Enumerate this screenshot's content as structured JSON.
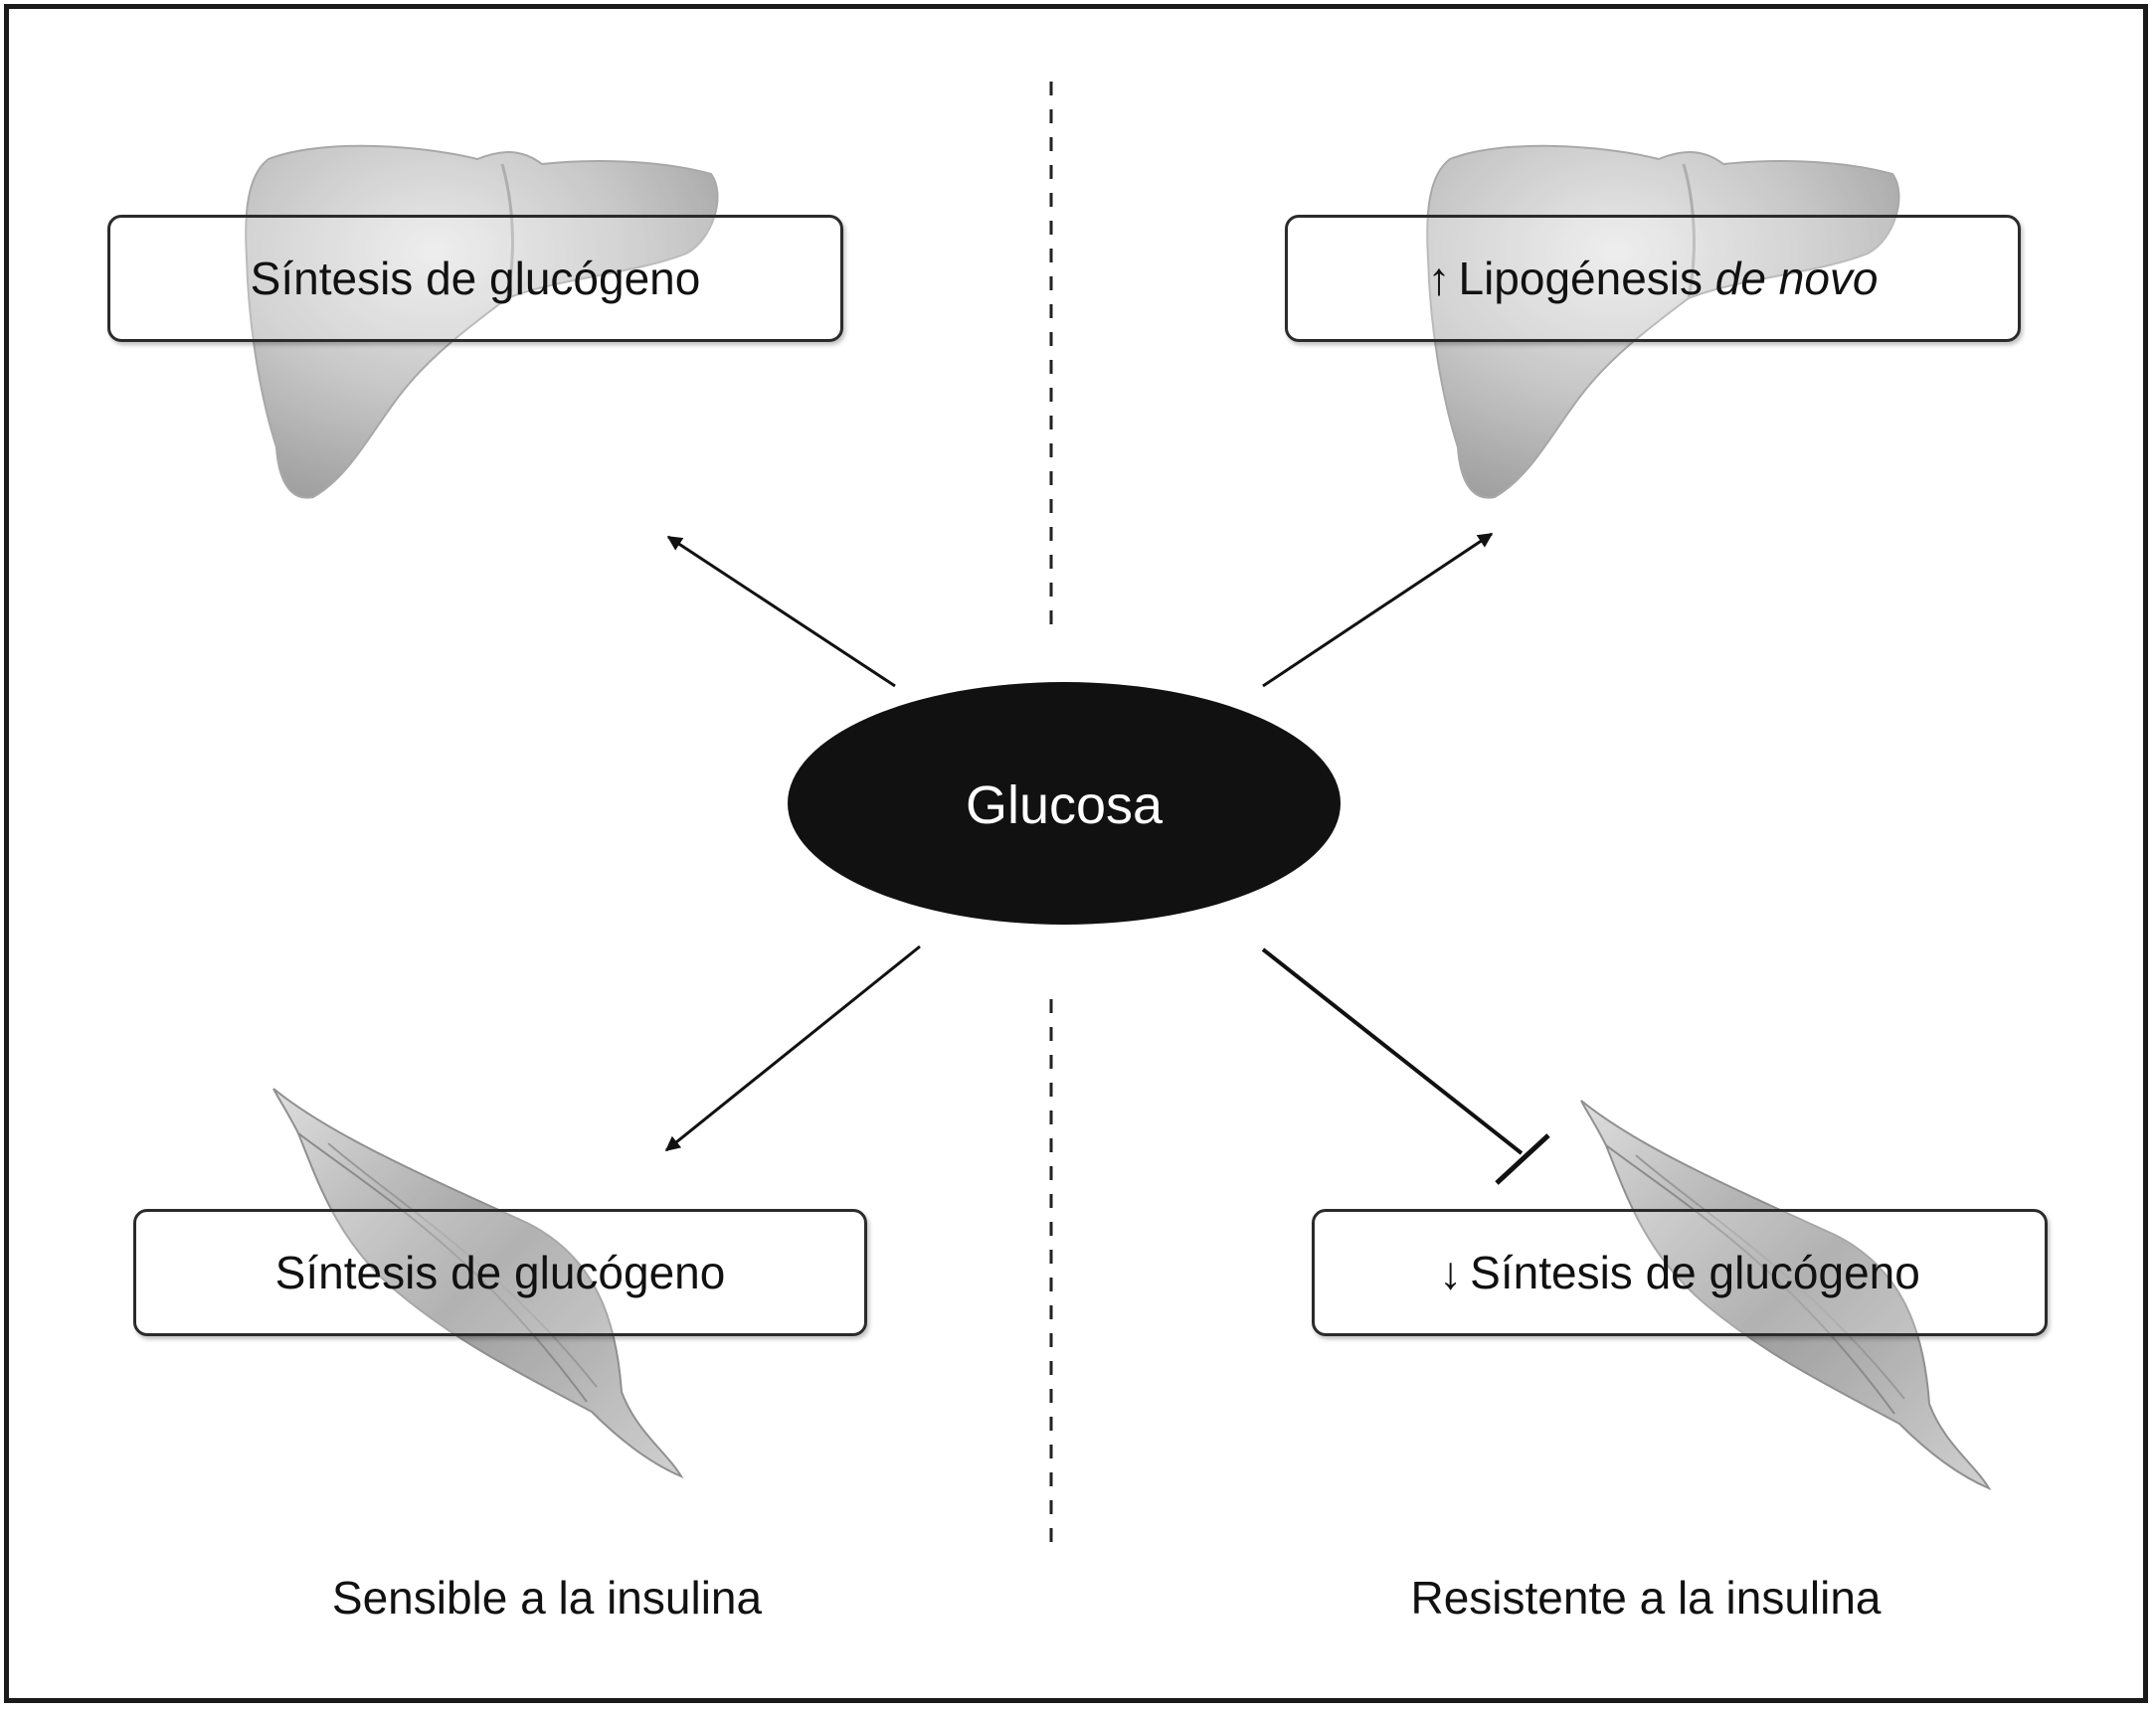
{
  "center": {
    "label": "Glucosa"
  },
  "boxes": {
    "top_left": {
      "text": "Síntesis de glucógeno"
    },
    "top_right": {
      "arrow": "↑",
      "text": "Lipogénesis ",
      "italic": "de novo"
    },
    "bottom_left": {
      "text": "Síntesis de glucógeno"
    },
    "bottom_right": {
      "arrow": "↓",
      "text": "Síntesis de glucógeno"
    }
  },
  "captions": {
    "left": "Sensible a la insulina",
    "right": "Resistente a la insulina"
  },
  "icons": {
    "organ_top": "liver-icon",
    "organ_bottom": "muscle-icon"
  },
  "colors": {
    "ellipse": "#111111",
    "organ": "#b5b5b5"
  }
}
